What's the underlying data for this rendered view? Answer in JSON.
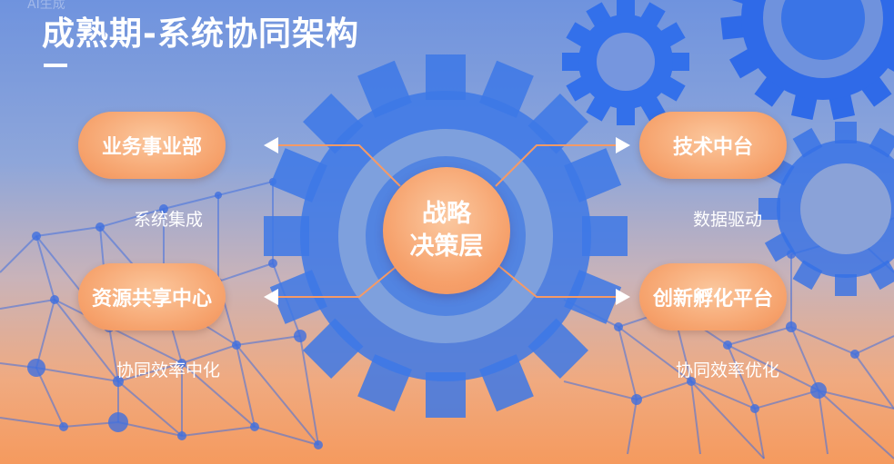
{
  "header": {
    "watermark": "AI生成",
    "title": "成熟期-系统协同架构"
  },
  "diagram": {
    "core": {
      "line1": "战略",
      "line2": "决策层"
    },
    "nodes": {
      "business": {
        "label": "业务事业部",
        "caption": "系统集成"
      },
      "resource": {
        "label": "资源共享中心",
        "caption": "协同效率中化"
      },
      "tech": {
        "label": "技术中台",
        "caption": "数据驱动"
      },
      "innovation": {
        "label": "创新孵化平台",
        "caption": "协同效率优化"
      }
    }
  },
  "colors": {
    "gear": "#3d78e6",
    "pill": "#f6a26c",
    "connector": "#f59a66"
  }
}
